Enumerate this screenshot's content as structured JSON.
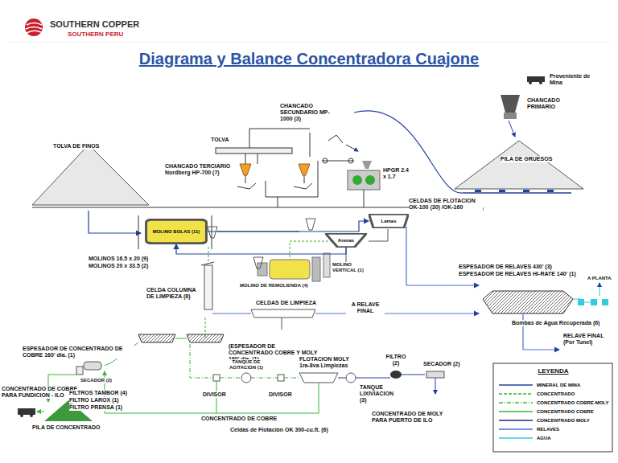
{
  "diagram": {
    "title": "Diagrama y Balance Concentradora Cuajone",
    "nodes": [
      {
        "text": [
          "MOLINO BOLAS (11)"
        ]
      },
      {
        "text": [
          "Lamas"
        ]
      },
      {
        "text": [
          "Arenas"
        ]
      }
    ],
    "edges": [
      {
        "from": 0,
        "to": 1,
        "arrow": "to"
      },
      {
        "from": 2,
        "to": 0,
        "arrow": "to"
      }
    ],
    "labels": [
      "SOUTHERN COPPER",
      "SOUTHERN PERU",
      "Proveniente de Mina",
      "CHANCADO PRIMARIO",
      "CHANCADO SECUNDARIO MP-1000 (3)",
      "TOLVA",
      "TOLVA DE FINOS",
      "CHANCADO TERCIARIO Nordberg HP-700 (7)",
      "HPGR 2.4 x 1.7",
      "PILA DE GRUESOS",
      "CELDAS DE FLOTACION OK-100 (30) /OK-160",
      "MOLINOS 16.5 x 20 (9)",
      "MOLINOS 20 x 33.5 (2)",
      "MOLINO VERTICAL (1)",
      "MOLINO DE REMOLIENDA (4)",
      "CELDA COLUMNA DE LIMPIEZA (8)",
      "CELDAS DE LIMPIEZA",
      "A RELAVE FINAL",
      "ESPESADOR DE RELAVES 430' (3)",
      "ESPESADOR DE RELAVES HI-RATE 140' (1)",
      "A PLANTA",
      "Bombas de Agua Recuperada (6)",
      "RELAVE FINAL (Por Tunel)",
      "ESPESADOR DE CONCENTRADO DE COBRE 160' dia. (1)",
      "(ESPESADOR DE CONCENTRADO COBRE Y MOLY 160' dia. (1)",
      "TANQUE DE AGITACION (1)",
      "FLOTACION MOLY 1ra-8va Limpiezas",
      "FILTRO (2)",
      "SECADOR (2)",
      "CONCENTRADO DE COBRE PARA FUNDICION - ILO",
      "SECADOR (2)",
      "FILTROS TAMBOR (4)",
      "FILTRO LAROX (1)",
      "FILTRO PRENSA (1)",
      "DIVISOR",
      "DIVISOR",
      "TANQUE LIXIVIACION (3)",
      "CONCENTRADO DE COBRE",
      "PILA DE CONCENTRADO",
      "Celdas de Flotación OK 300-cu.ft. (6)",
      "CONCENTRADO DE MOLY PARA PUERTO DE ILO",
      "LEYENDA"
    ],
    "legend": [
      {
        "text": "MINERAL DE MINA"
      },
      {
        "text": "CONCENTRADO"
      },
      {
        "text": "CONCENTRADO COBRE-MOLY"
      },
      {
        "text": "CONCENTRADO COBRE"
      },
      {
        "text": "CONCENTRADO MOLY"
      },
      {
        "text": "RELAVES"
      },
      {
        "text": "AGUA"
      }
    ]
  }
}
